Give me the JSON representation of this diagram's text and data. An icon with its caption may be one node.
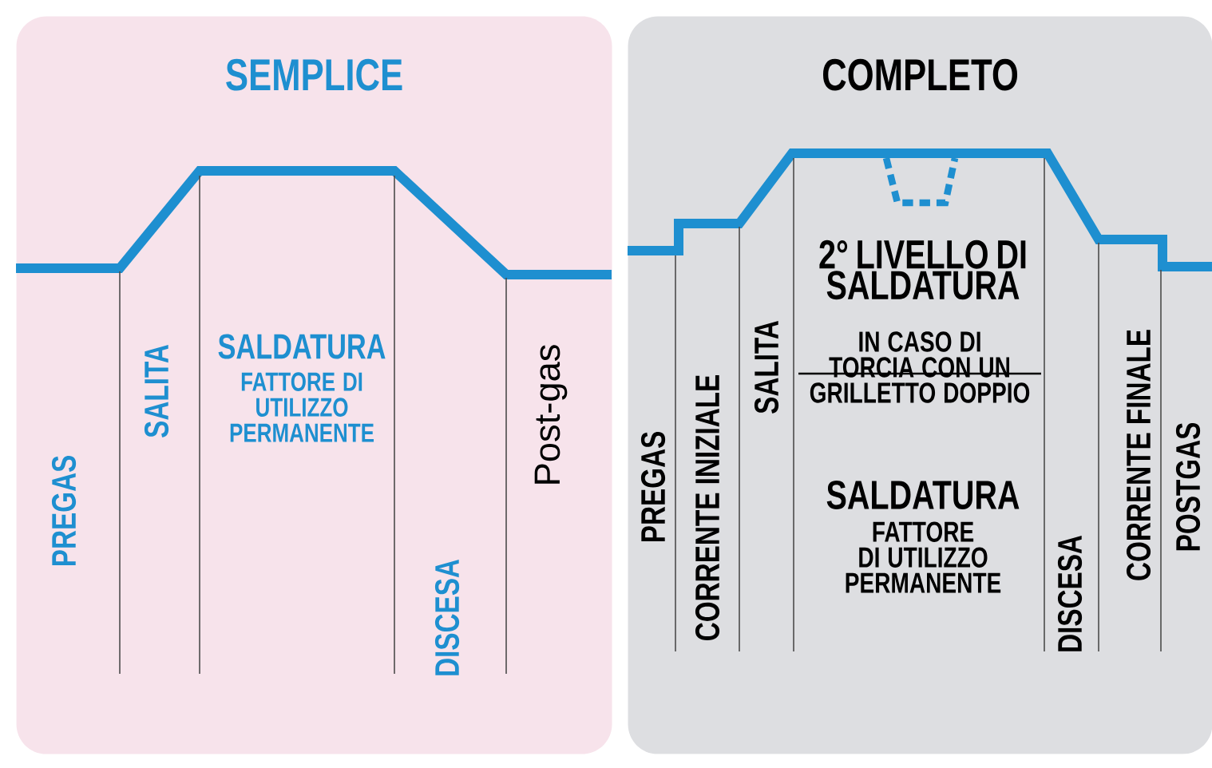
{
  "diagram": {
    "nodes": [
      {
        "text": [
          "SEMPLICE"
        ]
      },
      {
        "text": [
          "COMPLETO"
        ]
      }
    ],
    "edges": [],
    "labels": [
      "SALDATURA",
      "FATTORE DI UTILIZZO PERMANENTE",
      "SALITA",
      "Post-gas",
      "PREGAS",
      "DISCESA",
      "2° LIVELLO DI SALDATURA",
      "IN CASO DI TORCIA CON UN GRILLETTO DOPPIO",
      "SALITA",
      "SALDATURA",
      "FATTORE DI UTILIZZO PERMANENTE",
      "CORRENTE FINALE",
      "PREGAS",
      "POSTGAS",
      "CORRENTE INIZIALE",
      "DISCESA"
    ]
  }
}
